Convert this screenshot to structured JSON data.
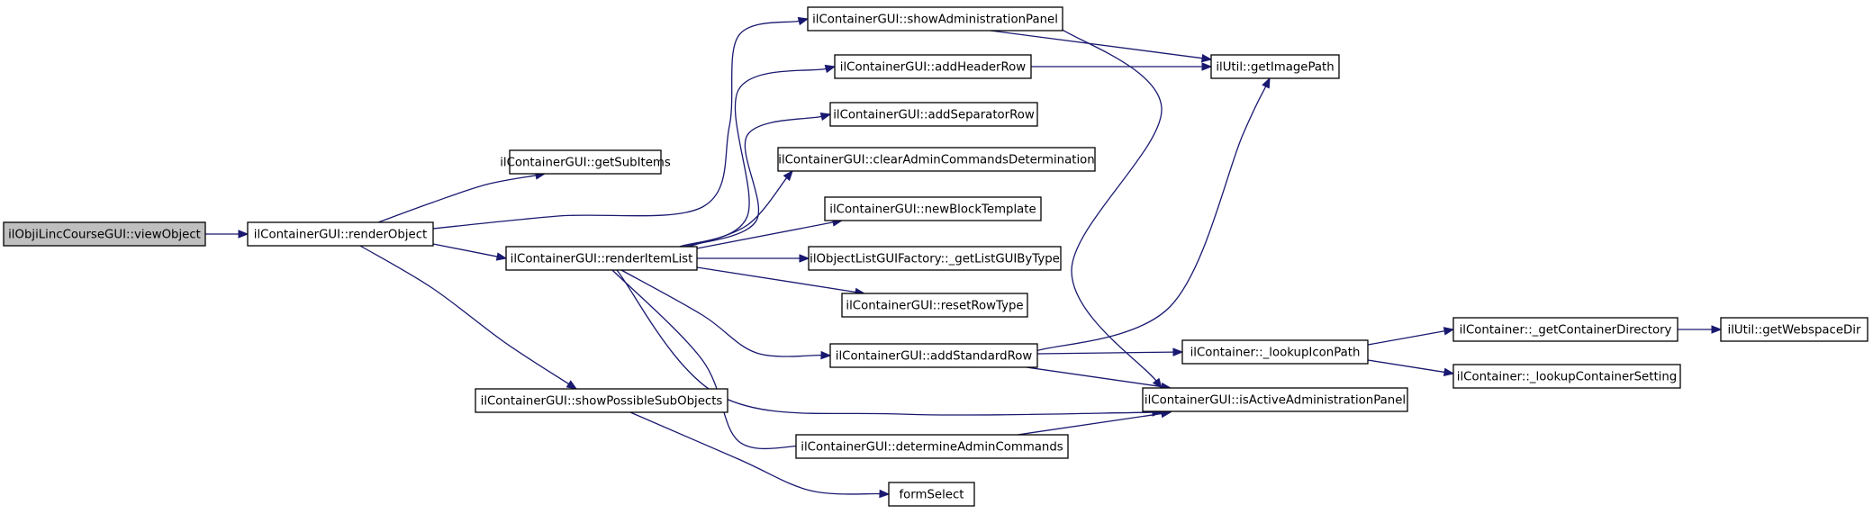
{
  "nodes": {
    "viewObject": "ilObjiLincCourseGUI::viewObject",
    "renderObject": "ilContainerGUI::renderObject",
    "getSubItems": "ilContainerGUI::getSubItems",
    "renderItemList": "ilContainerGUI::renderItemList",
    "showPossibleSubObjects": "ilContainerGUI::showPossibleSubObjects",
    "showAdministrationPanel": "ilContainerGUI::showAdministrationPanel",
    "addHeaderRow": "ilContainerGUI::addHeaderRow",
    "addSeparatorRow": "ilContainerGUI::addSeparatorRow",
    "clearAdminCommandsDetermination": "ilContainerGUI::clearAdminCommandsDetermination",
    "newBlockTemplate": "ilContainerGUI::newBlockTemplate",
    "getListGUIByType": "ilObjectListGUIFactory::_getListGUIByType",
    "resetRowType": "ilContainerGUI::resetRowType",
    "addStandardRow": "ilContainerGUI::addStandardRow",
    "determineAdminCommands": "ilContainerGUI::determineAdminCommands",
    "formSelect": "formSelect",
    "getImagePath": "ilUtil::getImagePath",
    "lookupIconPath": "ilContainer::_lookupIconPath",
    "isActiveAdministrationPanel": "ilContainerGUI::isActiveAdministrationPanel",
    "getContainerDirectory": "ilContainer::_getContainerDirectory",
    "lookupContainerSetting": "ilContainer::_lookupContainerSetting",
    "getWebspaceDir": "ilUtil::getWebspaceDir"
  },
  "edges": [
    [
      "viewObject",
      "renderObject"
    ],
    [
      "renderObject",
      "getSubItems"
    ],
    [
      "renderObject",
      "showAdministrationPanel"
    ],
    [
      "renderObject",
      "renderItemList"
    ],
    [
      "renderObject",
      "showPossibleSubObjects"
    ],
    [
      "renderItemList",
      "addHeaderRow"
    ],
    [
      "renderItemList",
      "addSeparatorRow"
    ],
    [
      "renderItemList",
      "clearAdminCommandsDetermination"
    ],
    [
      "renderItemList",
      "newBlockTemplate"
    ],
    [
      "renderItemList",
      "getListGUIByType"
    ],
    [
      "renderItemList",
      "resetRowType"
    ],
    [
      "renderItemList",
      "addStandardRow"
    ],
    [
      "renderItemList",
      "determineAdminCommands"
    ],
    [
      "renderItemList",
      "isActiveAdministrationPanel"
    ],
    [
      "showPossibleSubObjects",
      "formSelect"
    ],
    [
      "showAdministrationPanel",
      "getImagePath"
    ],
    [
      "showAdministrationPanel",
      "isActiveAdministrationPanel"
    ],
    [
      "addHeaderRow",
      "getImagePath"
    ],
    [
      "addStandardRow",
      "getImagePath"
    ],
    [
      "addStandardRow",
      "lookupIconPath"
    ],
    [
      "addStandardRow",
      "isActiveAdministrationPanel"
    ],
    [
      "determineAdminCommands",
      "isActiveAdministrationPanel"
    ],
    [
      "lookupIconPath",
      "getContainerDirectory"
    ],
    [
      "lookupIconPath",
      "lookupContainerSetting"
    ],
    [
      "getContainerDirectory",
      "getWebspaceDir"
    ]
  ],
  "colors": {
    "edge": "#191970",
    "root_fill": "#bfbfbf",
    "node_fill": "#ffffff",
    "border": "#000000"
  }
}
